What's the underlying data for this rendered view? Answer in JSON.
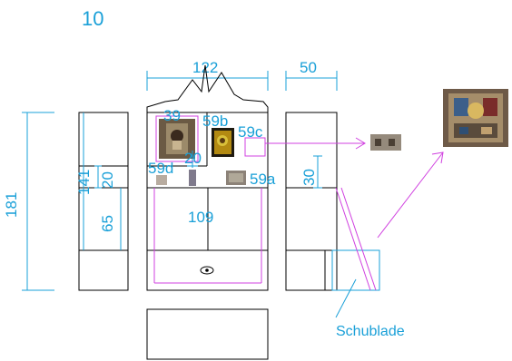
{
  "page_number": "10",
  "dimensions": {
    "width_main": "122",
    "width_side": "50",
    "height_total": "181",
    "height_upper": "141",
    "shelf_gap": "20",
    "height_lower": "65",
    "lower_width": "109",
    "side_upper": "30",
    "shelf_39": "39",
    "shelf_20": "20"
  },
  "labels": {
    "item_59a": "59a",
    "item_59b": "59b",
    "item_59c": "59c",
    "item_59d": "59d",
    "drawer": "Schublade"
  },
  "colors": {
    "dimension": "#1aa0d8",
    "lines": "#000000",
    "highlight": "#d040e0"
  }
}
